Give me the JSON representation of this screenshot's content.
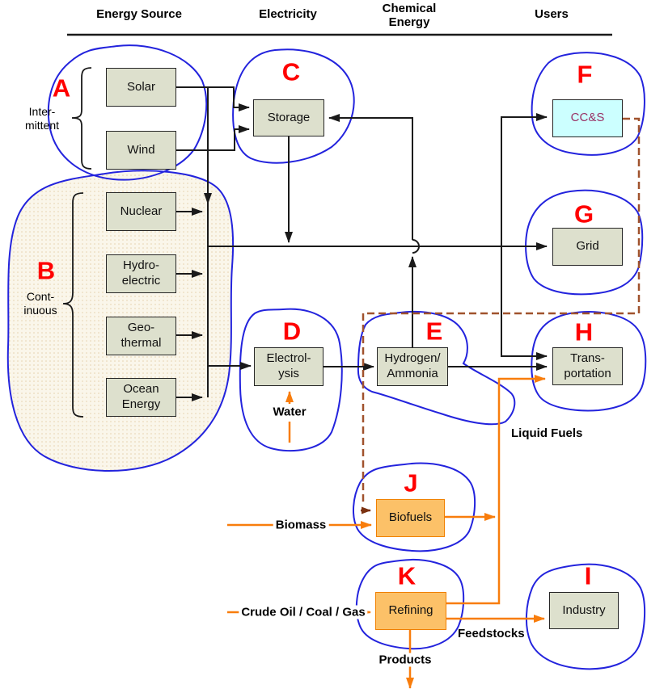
{
  "headers": {
    "energy_source": "Energy Source",
    "electricity": "Electricity",
    "chemical_line1": "Chemical",
    "chemical_line2": "Energy",
    "users": "Users"
  },
  "regions": {
    "a": {
      "letter": "A",
      "label_line1": "Inter-",
      "label_line2": "mittent"
    },
    "b": {
      "letter": "B",
      "label_line1": "Cont-",
      "label_line2": "inuous"
    },
    "c": {
      "letter": "C"
    },
    "d": {
      "letter": "D"
    },
    "e": {
      "letter": "E"
    },
    "f": {
      "letter": "F"
    },
    "g": {
      "letter": "G"
    },
    "h": {
      "letter": "H"
    },
    "i": {
      "letter": "I"
    },
    "j": {
      "letter": "J"
    },
    "k": {
      "letter": "K"
    }
  },
  "nodes": {
    "solar": {
      "label": "Solar"
    },
    "wind": {
      "label": "Wind"
    },
    "nuclear": {
      "label": "Nuclear"
    },
    "hydro": {
      "line1": "Hydro-",
      "line2": "electric"
    },
    "geothermal": {
      "line1": "Geo-",
      "line2": "thermal"
    },
    "ocean": {
      "line1": "Ocean",
      "line2": "Energy"
    },
    "storage": {
      "label": "Storage"
    },
    "electrolysis": {
      "line1": "Electrol-",
      "line2": "ysis"
    },
    "hydrogen": {
      "line1": "Hydrogen/",
      "line2": "Ammonia"
    },
    "ccs": {
      "label": "CC&S"
    },
    "grid": {
      "label": "Grid"
    },
    "transportation": {
      "line1": "Trans-",
      "line2": "portation"
    },
    "biofuels": {
      "label": "Biofuels"
    },
    "refining": {
      "label": "Refining"
    },
    "industry": {
      "label": "Industry"
    }
  },
  "flow_labels": {
    "water": "Water",
    "biomass": "Biomass",
    "crude": "Crude Oil / Coal / Gas",
    "liquid_fuels": "Liquid Fuels",
    "feedstocks": "Feedstocks",
    "products": "Products"
  },
  "colors": {
    "box_fill": "#dde0cd",
    "box_border": "#262626",
    "orange_box_fill": "#fcc168",
    "orange_box_border": "#f08000",
    "ccs_fill": "#ccffff",
    "ccs_text": "#993366",
    "blob_blue": "#2323dd",
    "letter_red": "#ff0000",
    "line_black": "#1a1a1a",
    "line_orange": "#f87d0c",
    "dashed_brown": "#a0522d",
    "region_b_fill": "#faf6ea"
  }
}
